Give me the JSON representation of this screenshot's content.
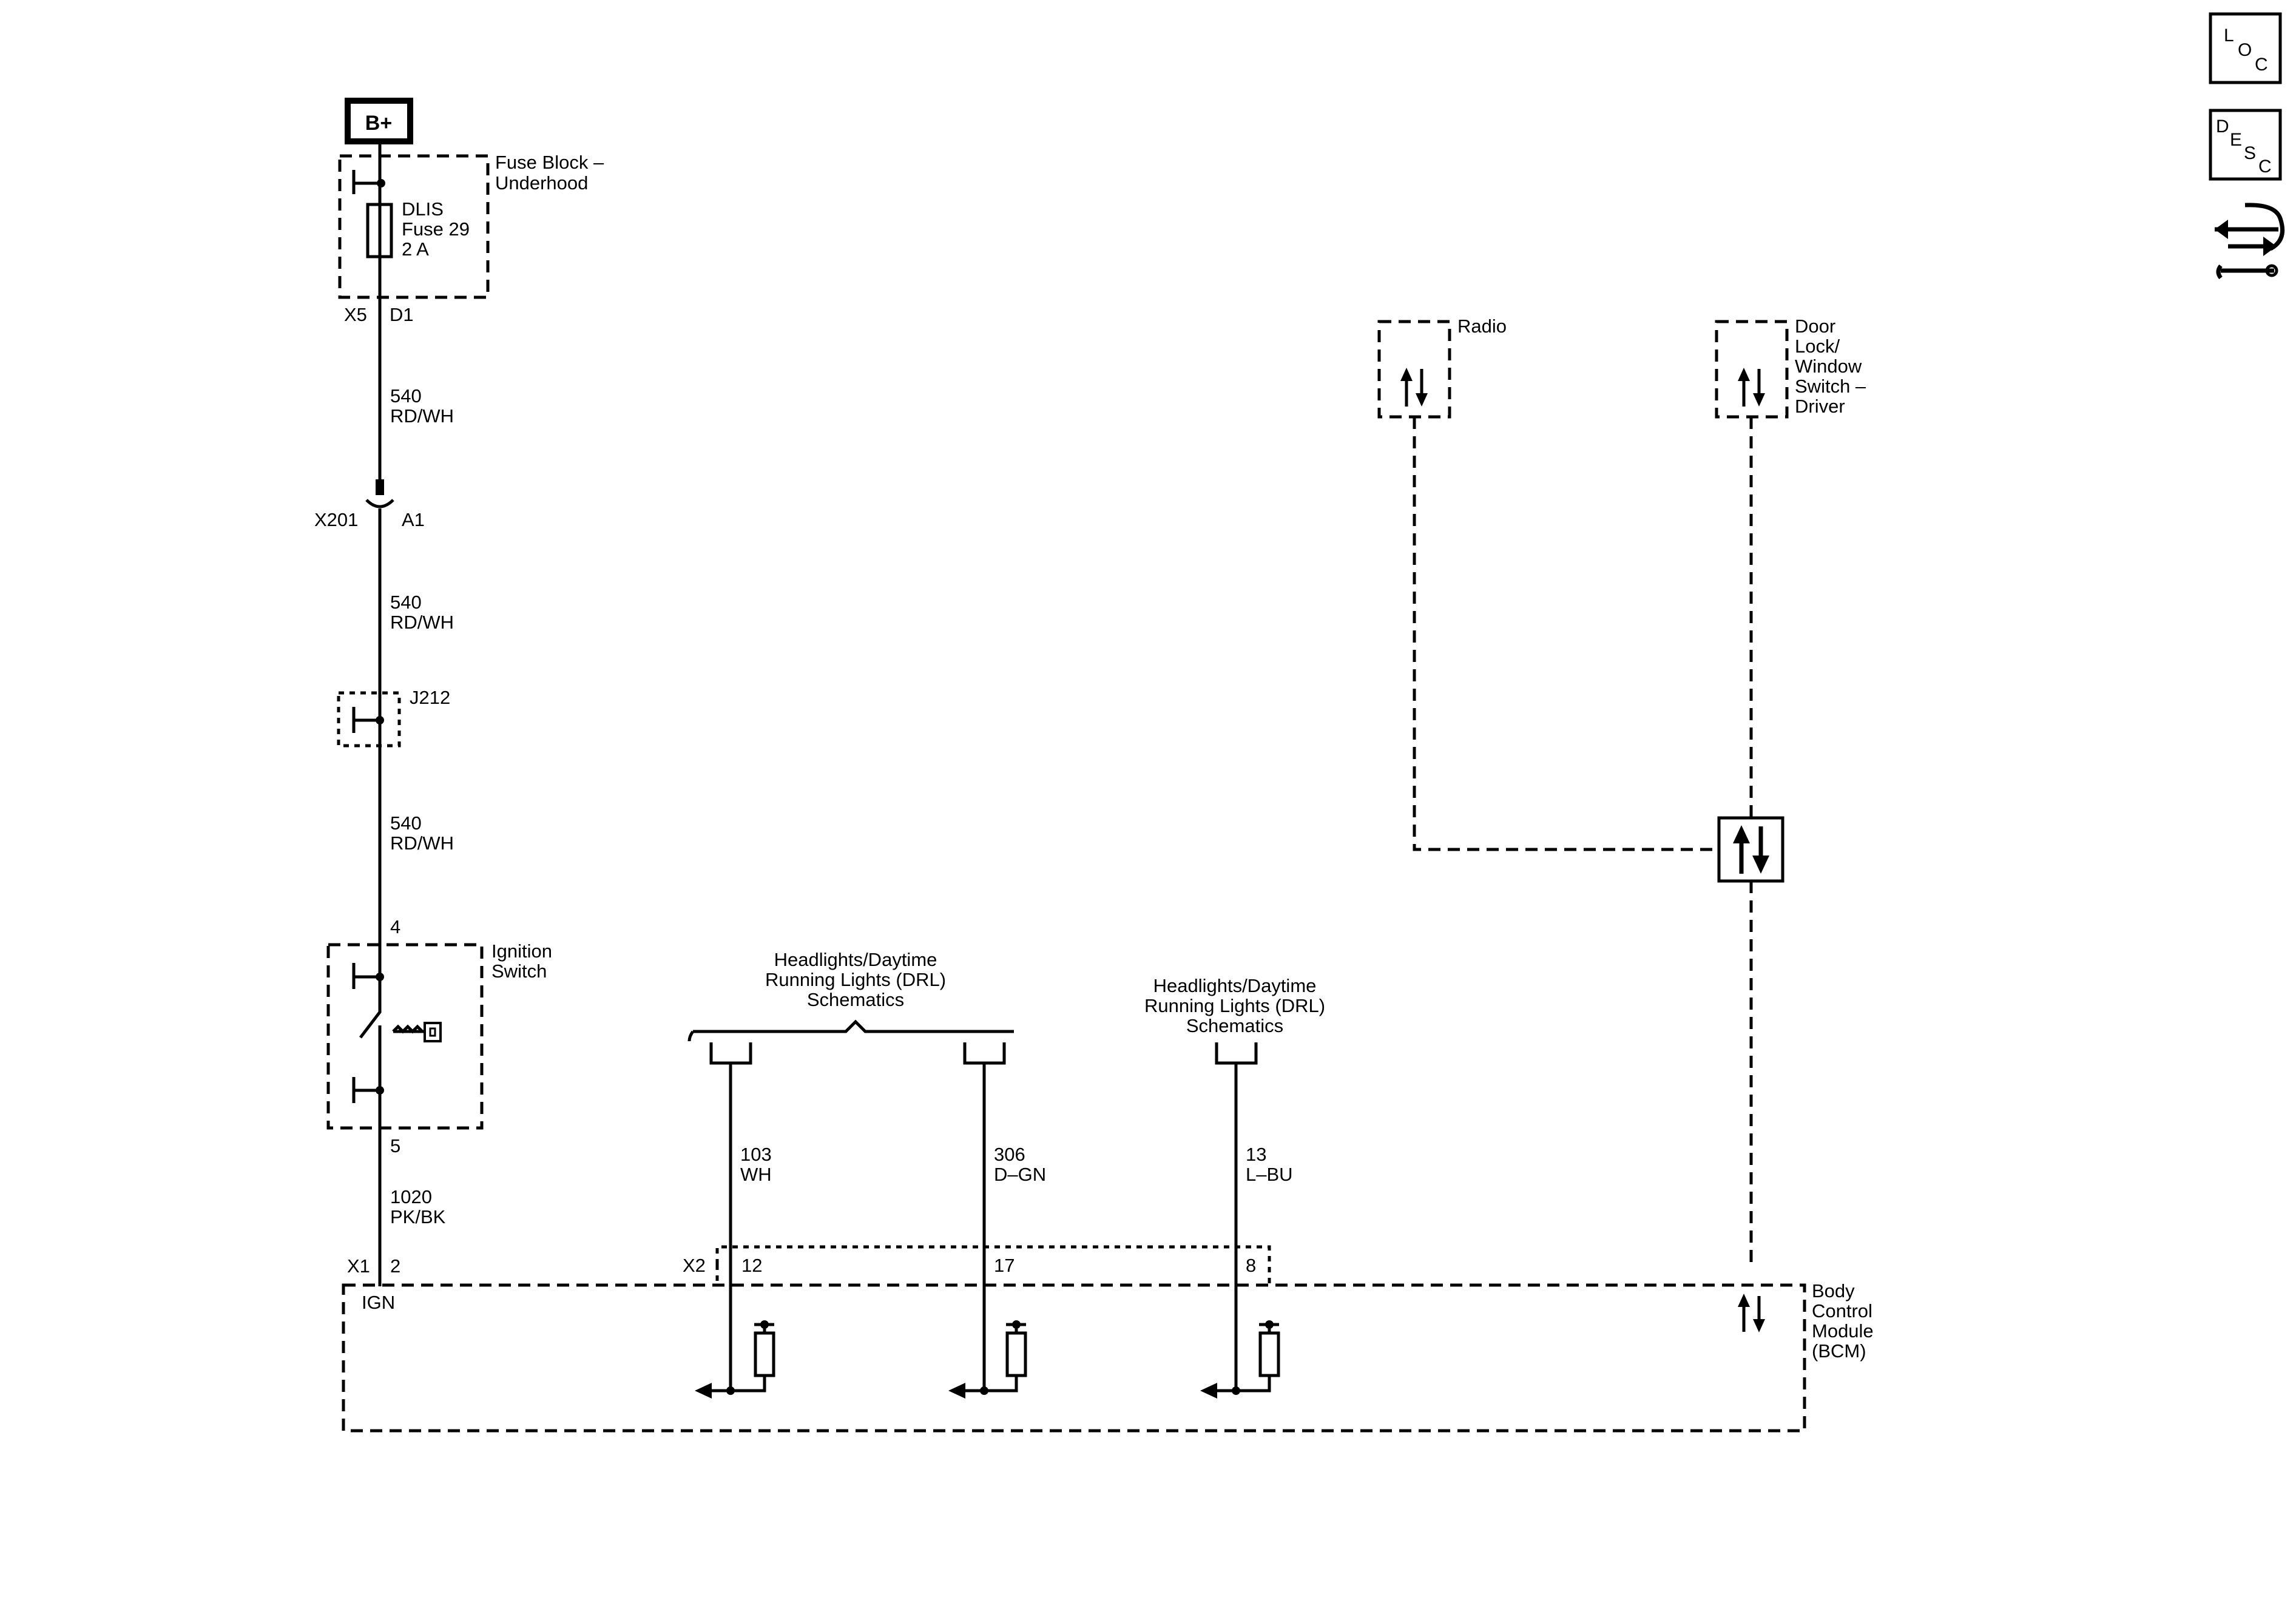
{
  "icons": {
    "loc": {
      "l1": "L",
      "l2": "O",
      "l3": "C"
    },
    "desc": {
      "l1": "D",
      "l2": "E",
      "l3": "S",
      "l4": "C"
    },
    "data_link": "data-link-tools-icon"
  },
  "power": {
    "label": "B+"
  },
  "fuse_block": {
    "name_l1": "Fuse Block –",
    "name_l2": "Underhood"
  },
  "fuse": {
    "l1": "DLIS",
    "l2": "Fuse 29",
    "l3": "2 A"
  },
  "fuse_out": {
    "connector": "X5",
    "pin": "D1"
  },
  "wire_540_a": {
    "circuit": "540",
    "color": "RD/WH"
  },
  "x201": {
    "connector": "X201",
    "pin": "A1"
  },
  "wire_540_b": {
    "circuit": "540",
    "color": "RD/WH"
  },
  "j212": {
    "label": "J212"
  },
  "wire_540_c": {
    "circuit": "540",
    "color": "RD/WH"
  },
  "ignition": {
    "pin_in": "4",
    "name_l1": "Ignition",
    "name_l2": "Switch",
    "pin_out": "5"
  },
  "wire_1020": {
    "circuit": "1020",
    "color": "PK/BK"
  },
  "bcm_x1": {
    "connector": "X1",
    "pin": "2",
    "signal": "IGN"
  },
  "ref_left": {
    "l1": "Headlights/Daytime",
    "l2": "Running Lights (DRL)",
    "l3": "Schematics"
  },
  "ref_right": {
    "l1": "Headlights/Daytime",
    "l2": "Running Lights (DRL)",
    "l3": "Schematics"
  },
  "wire_103": {
    "circuit": "103",
    "color": "WH"
  },
  "wire_306": {
    "circuit": "306",
    "color": "D–GN"
  },
  "wire_13": {
    "circuit": "13",
    "color": "L–BU"
  },
  "bcm_x2": {
    "connector": "X2",
    "pin_a": "12",
    "pin_b": "17",
    "pin_c": "8"
  },
  "radio": {
    "label": "Radio"
  },
  "door_switch": {
    "l1": "Door",
    "l2": "Lock/",
    "l3": "Window",
    "l4": "Switch –",
    "l5": "Driver"
  },
  "bcm": {
    "l1": "Body",
    "l2": "Control",
    "l3": "Module",
    "l4": "(BCM)"
  }
}
